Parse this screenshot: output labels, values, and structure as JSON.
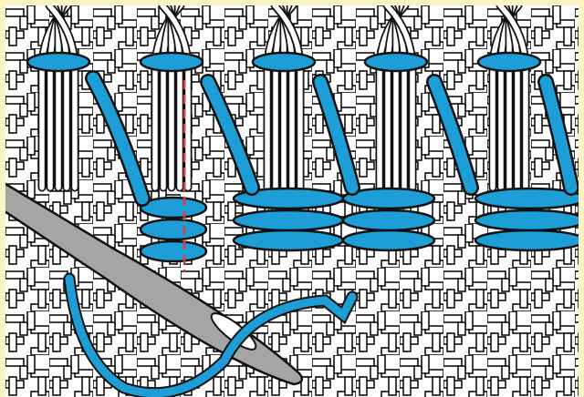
{
  "illustration": {
    "frame_color": "#fbf3c2",
    "canvas_color": "#ffffff",
    "thread_color": "#1e9ed6",
    "needle_color": "#a5a5a5",
    "guide_line_color": "#e83a3a",
    "outline_color": "#111111",
    "icons": [
      "woven-canvas",
      "thread-bundle",
      "needle",
      "thread-wrap",
      "guide-line"
    ]
  }
}
